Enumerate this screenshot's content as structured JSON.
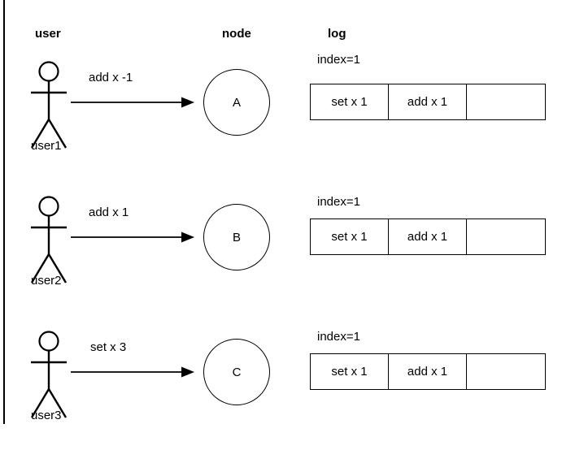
{
  "headers": {
    "user": "user",
    "node": "node",
    "log": "log"
  },
  "rows": [
    {
      "actor_label": "user1",
      "message": "add x -1",
      "node_label": "A",
      "log": {
        "index_label": "index=1",
        "cells": [
          "set x 1",
          "add x 1",
          ""
        ]
      }
    },
    {
      "actor_label": "user2",
      "message": "add x 1",
      "node_label": "B",
      "log": {
        "index_label": "index=1",
        "cells": [
          "set x 1",
          "add x 1",
          ""
        ]
      }
    },
    {
      "actor_label": "user3",
      "message": "set x 3",
      "node_label": "C",
      "log": {
        "index_label": "index=1",
        "cells": [
          "set x 1",
          "add x 1",
          ""
        ]
      }
    }
  ],
  "colors": {
    "stroke": "#000000",
    "background": "#ffffff"
  }
}
